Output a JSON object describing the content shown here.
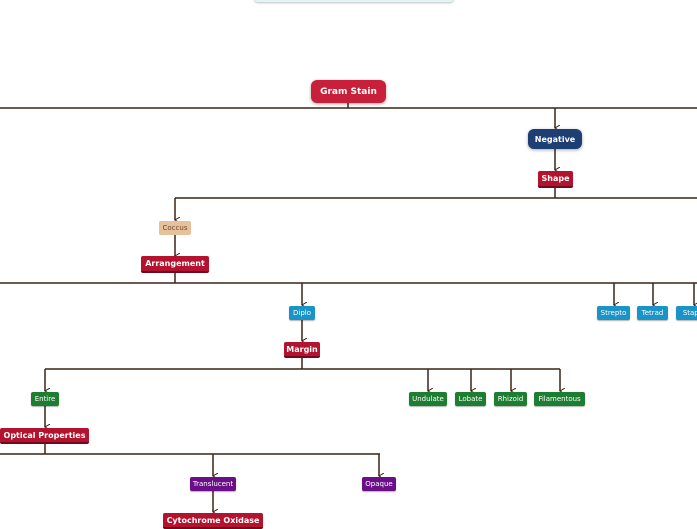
{
  "root": "Gram Stain",
  "negative": "Negative",
  "shape_label": "Shape",
  "coccus": "Coccus",
  "arrangement_label": "Arrangement",
  "arrangements": [
    "Diplo",
    "Strepto",
    "Tetrad",
    "Staph"
  ],
  "margin_label": "Margin",
  "margins": [
    "Entire",
    "Undulate",
    "Lobate",
    "Rhizoid",
    "Filamentous"
  ],
  "optical_label": "Optical Properties",
  "opticals": [
    "Translucent",
    "Opaque"
  ],
  "next_label": "Cytochrome Oxidase",
  "colors": {
    "root": "#c8203a",
    "negative": "#1d3f74",
    "label": "#b3132e",
    "coccus": "#e6c19b",
    "arrangement_node": "#1a93c6",
    "margin_node": "#1d7e32",
    "optical_node": "#6a0f88",
    "connector": "#3a2417"
  }
}
